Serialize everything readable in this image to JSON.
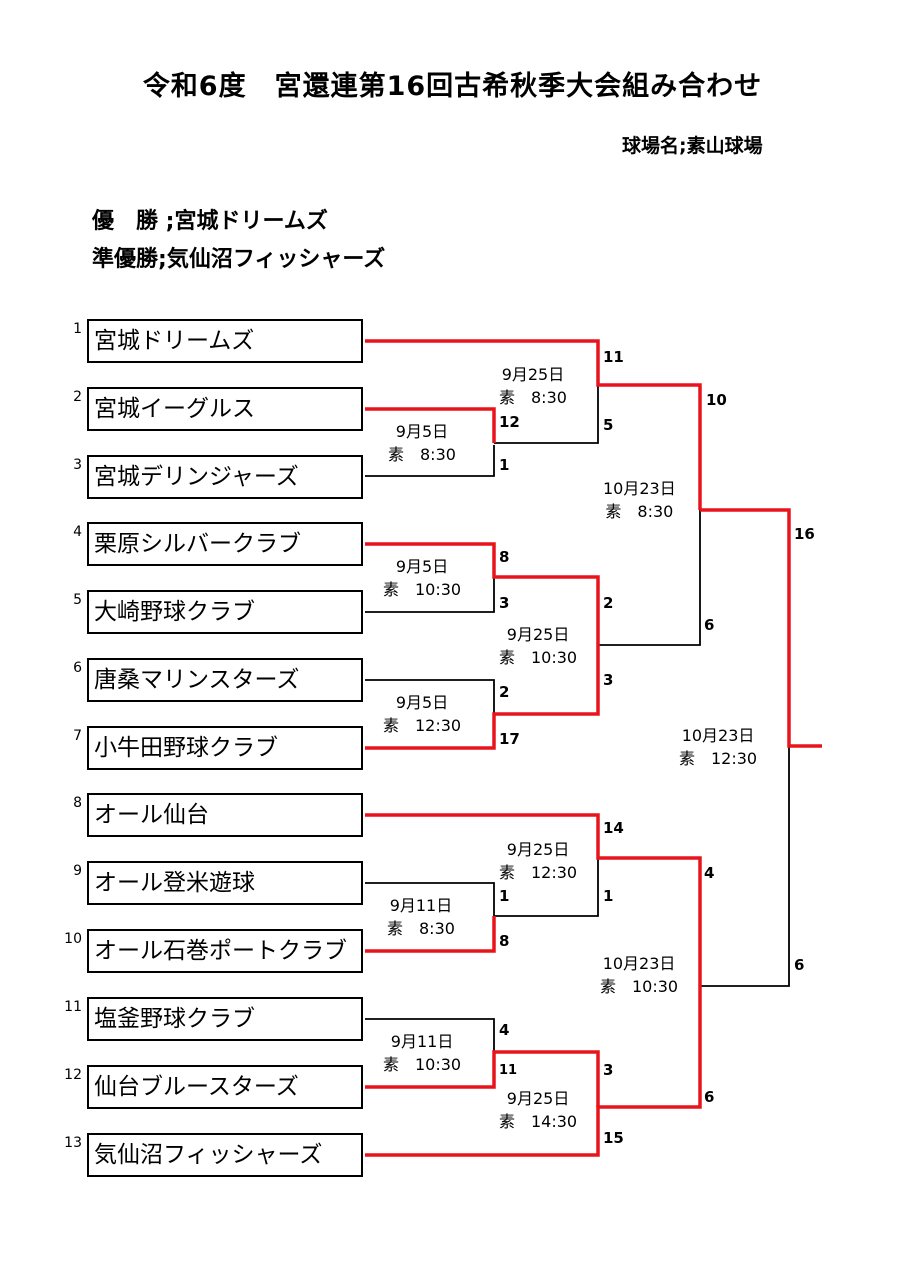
{
  "title": "令和6度　宮還連第16回古希秋季大会組み合わせ",
  "venue": "球場名;素山球場",
  "results": {
    "winner_label": "優　勝",
    "winner_team": "宮城ドリームズ",
    "runner_label": "準優勝",
    "runner_team": "気仙沼フィッシャーズ"
  },
  "teams": [
    {
      "seed": "1",
      "name": "宮城ドリームズ"
    },
    {
      "seed": "2",
      "name": "宮城イーグルス"
    },
    {
      "seed": "3",
      "name": "宮城デリンジャーズ"
    },
    {
      "seed": "4",
      "name": "栗原シルバークラブ"
    },
    {
      "seed": "5",
      "name": "大崎野球クラブ"
    },
    {
      "seed": "6",
      "name": "唐桑マリンスターズ"
    },
    {
      "seed": "7",
      "name": "小牛田野球クラブ"
    },
    {
      "seed": "8",
      "name": "オール仙台"
    },
    {
      "seed": "9",
      "name": "オール登米遊球"
    },
    {
      "seed": "10",
      "name": "オール石巻ポートクラブ"
    },
    {
      "seed": "11",
      "name": "塩釜野球クラブ"
    },
    {
      "seed": "12",
      "name": "仙台ブルースターズ"
    },
    {
      "seed": "13",
      "name": "気仙沼フィッシャーズ"
    }
  ],
  "schedule": [
    {
      "date": "9月25日",
      "time": "素　8:30"
    },
    {
      "date": "9月5日",
      "time": "素　8:30"
    },
    {
      "date": "10月23日",
      "time": "素　8:30"
    },
    {
      "date": "9月5日",
      "time": "素　10:30"
    },
    {
      "date": "9月25日",
      "time": "素　10:30"
    },
    {
      "date": "9月5日",
      "time": "素　12:30"
    },
    {
      "date": "10月23日",
      "time": "素　12:30"
    },
    {
      "date": "9月25日",
      "time": "素　12:30"
    },
    {
      "date": "9月11日",
      "time": "素　8:30"
    },
    {
      "date": "10月23日",
      "time": "素　10:30"
    },
    {
      "date": "9月11日",
      "time": "素　10:30"
    },
    {
      "date": "9月25日",
      "time": "素　14:30"
    }
  ],
  "scores": [
    "11",
    "10",
    "12",
    "5",
    "1",
    "16",
    "8",
    "2",
    "3",
    "6",
    "3",
    "2",
    "17",
    "14",
    "4",
    "1",
    "1",
    "8",
    "6",
    "4",
    "11",
    "3",
    "6",
    "15"
  ],
  "colors": {
    "win_line": "#e8141b",
    "lose_line": "#000000"
  }
}
